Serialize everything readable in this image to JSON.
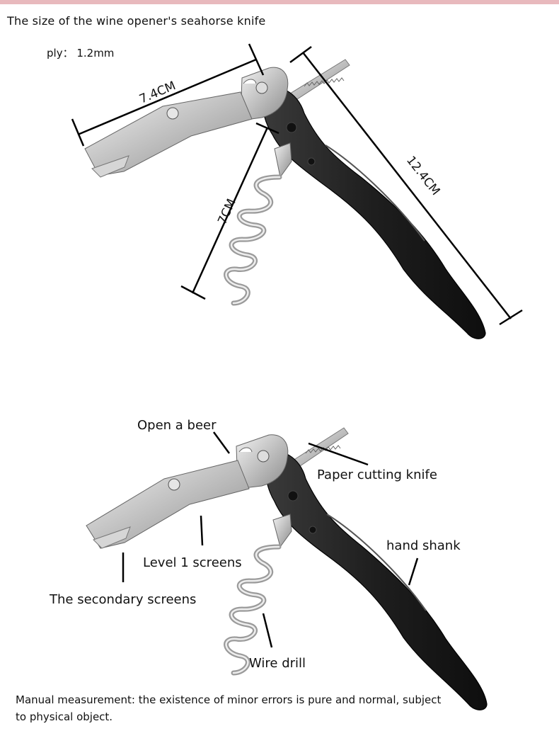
{
  "title": "The size of the wine opener's seahorse knife",
  "ply": "ply： 1.2mm",
  "dimensions": {
    "length_top": "7.4CM",
    "length_handle": "12.4CM",
    "length_screw": "7CM"
  },
  "parts": {
    "open_beer": "Open a beer",
    "paper_knife": "Paper cutting knife",
    "hand_shank": "hand shank",
    "level1": "Level 1 screens",
    "secondary": "The secondary screens",
    "wire_drill": "Wire drill"
  },
  "note": "Manual measurement: the existence of minor errors is pure and normal, subject to physical object.",
  "colors": {
    "accent_bar": "#e8b9bd",
    "handle": "#2a2a2a",
    "metal": "#c9c9c9"
  }
}
